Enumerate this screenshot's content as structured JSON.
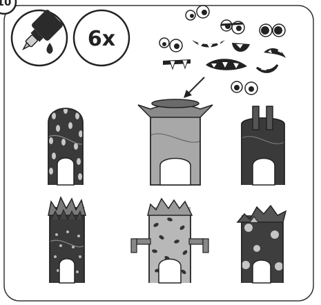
{
  "instruction_step": {
    "step_number": "10",
    "quantity_label": "6x",
    "glue_icon": "glue-bottle-icon",
    "stickers_icon": "monster-face-stickers-icon"
  },
  "figures": [
    {
      "name": "tube-dark-dotted"
    },
    {
      "name": "tube-grey-with-collar"
    },
    {
      "name": "tube-dark-with-ears"
    },
    {
      "name": "tube-spiky-crown"
    },
    {
      "name": "tube-patterned-with-arms"
    },
    {
      "name": "tube-big-dots-torn-top"
    }
  ]
}
